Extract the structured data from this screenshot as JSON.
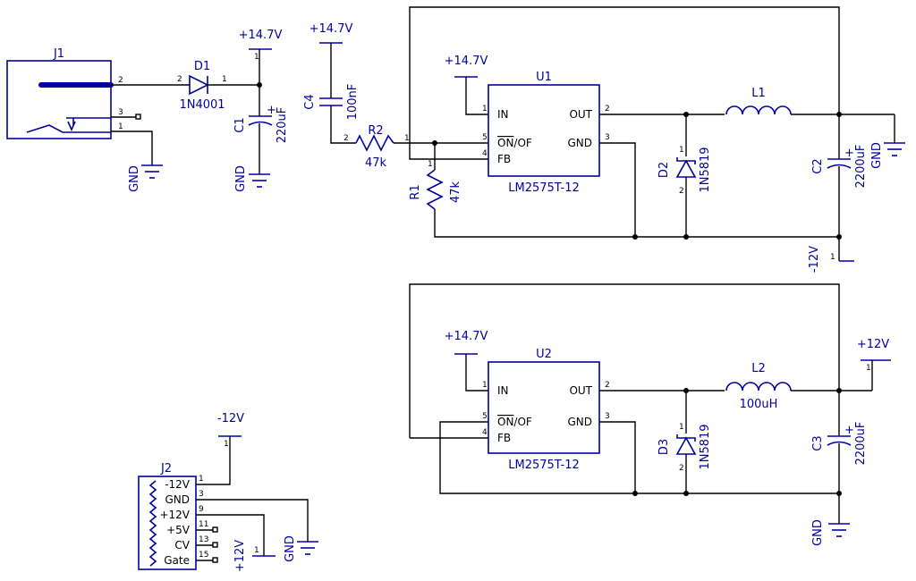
{
  "j1": {
    "ref": "J1",
    "pins": [
      "2",
      "3",
      "1"
    ]
  },
  "d1": {
    "ref": "D1",
    "value": "1N4001",
    "pins": [
      "2",
      "1"
    ]
  },
  "c1": {
    "ref": "C1",
    "value": "220uF",
    "plus": "+"
  },
  "c4": {
    "ref": "C4",
    "value": "100nF"
  },
  "r2": {
    "ref": "R2",
    "value": "47k",
    "pins": [
      "2",
      "1"
    ]
  },
  "r1": {
    "ref": "R1",
    "value": "47k",
    "pins": [
      "1"
    ]
  },
  "u1": {
    "ref": "U1",
    "part": "LM2575T-12",
    "pin_in": "IN",
    "pin_onoff_a": "ON",
    "pin_onoff_b": "/OF",
    "pin_fb": "FB",
    "pin_out": "OUT",
    "pin_gnd": "GND",
    "n1": "1",
    "n5": "5",
    "n4": "4",
    "n2": "2",
    "n3": "3"
  },
  "u2": {
    "ref": "U2",
    "part": "LM2575T-12",
    "pin_in": "IN",
    "pin_onoff_a": "ON",
    "pin_onoff_b": "/OF",
    "pin_fb": "FB",
    "pin_out": "OUT",
    "pin_gnd": "GND",
    "n1": "1",
    "n5": "5",
    "n4": "4",
    "n2": "2",
    "n3": "3"
  },
  "l1": {
    "ref": "L1"
  },
  "l2": {
    "ref": "L2",
    "value": "100uH"
  },
  "d2": {
    "ref": "D2",
    "value": "1N5819",
    "pins": [
      "1",
      "2"
    ]
  },
  "d3": {
    "ref": "D3",
    "value": "1N5819",
    "pins": [
      "1",
      "2"
    ]
  },
  "c2": {
    "ref": "C2",
    "value": "2200uF",
    "plus": "+"
  },
  "c3": {
    "ref": "C3",
    "value": "2200uF",
    "plus": "+"
  },
  "j2": {
    "ref": "J2",
    "labels": [
      "-12V",
      "GND",
      "+12V",
      "+5V",
      "CV",
      "Gate"
    ],
    "pins": [
      "1",
      "3",
      "9",
      "11",
      "13",
      "15"
    ]
  },
  "power": {
    "p147": "+14.7V",
    "p12": "+12V",
    "m12": "-12V",
    "gnd": "GND",
    "pin1": "1"
  }
}
